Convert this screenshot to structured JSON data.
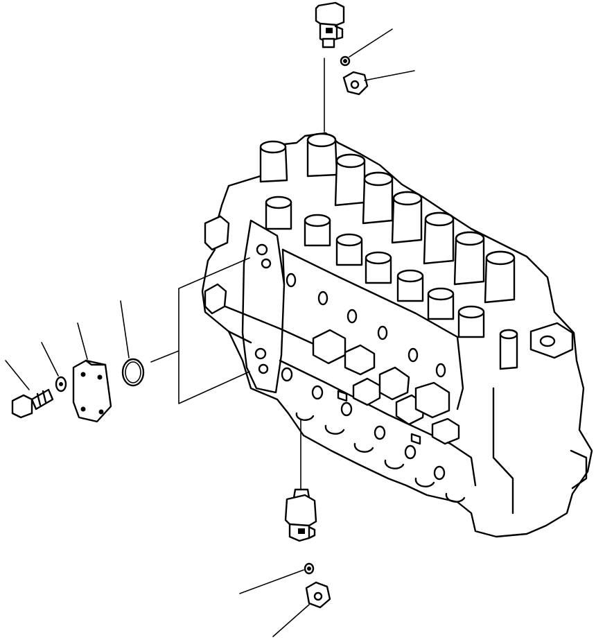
{
  "diagram": {
    "type": "exploded-parts-view",
    "background": "#ffffff",
    "line_color": "#000000",
    "parts": [
      {
        "id": "top-switch",
        "icon": "pressure-switch-icon"
      },
      {
        "id": "top-washer",
        "icon": "washer-icon"
      },
      {
        "id": "top-nut",
        "icon": "nut-icon"
      },
      {
        "id": "bolt",
        "icon": "bolt-icon"
      },
      {
        "id": "bolt-washer",
        "icon": "washer-icon"
      },
      {
        "id": "cover-plate",
        "icon": "plate-icon"
      },
      {
        "id": "o-ring",
        "icon": "o-ring-icon"
      },
      {
        "id": "control-valve-body",
        "icon": "valve-block-icon"
      },
      {
        "id": "bottom-switch",
        "icon": "pressure-switch-icon"
      },
      {
        "id": "bottom-washer",
        "icon": "washer-icon"
      },
      {
        "id": "bottom-nut",
        "icon": "nut-icon"
      }
    ]
  }
}
